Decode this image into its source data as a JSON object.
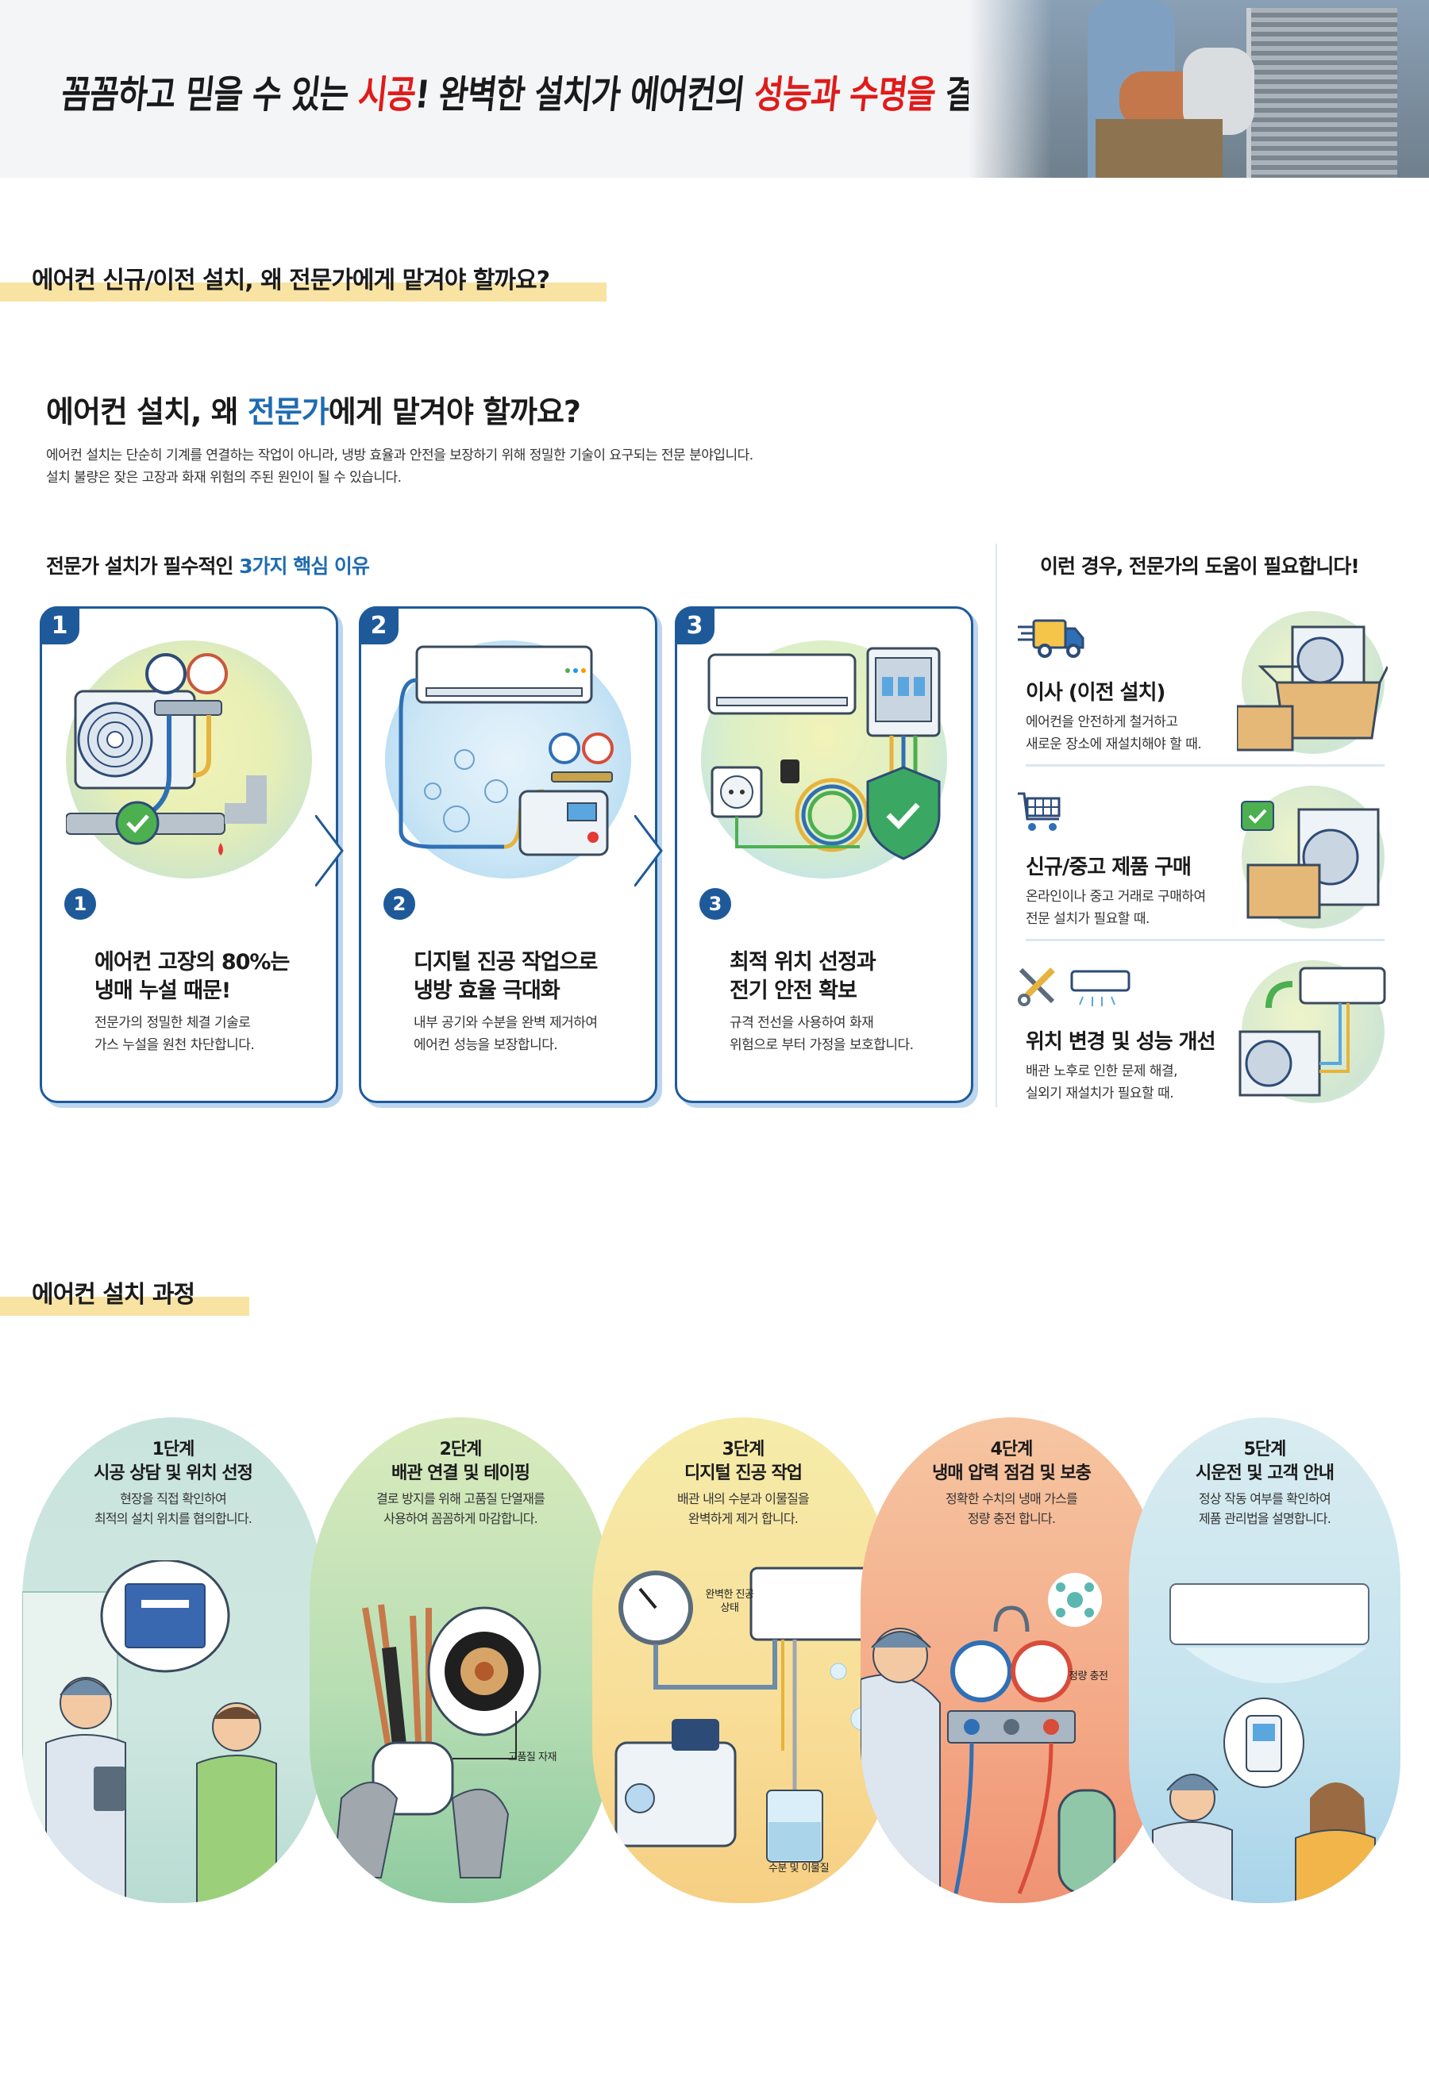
{
  "hero": {
    "tagline_parts": [
      {
        "text": "꼼꼼하고 믿을 수 있는 ",
        "color": "#1a1a1a"
      },
      {
        "text": "시공",
        "color": "#e01b1b"
      },
      {
        "text": "! 완벽한 설치가 에어컨의 ",
        "color": "#1a1a1a"
      },
      {
        "text": "성능과 수명을",
        "color": "#e01b1b"
      },
      {
        "text": " 결정합니다!",
        "color": "#1a1a1a"
      }
    ],
    "image_alt": "technician-servicing-outdoor-ac-unit"
  },
  "section1": {
    "header": "에어컨 신규/이전 설치, 왜 전문가에게 맡겨야 할까요?",
    "title_pre": "에어컨 설치, 왜 ",
    "title_highlight": "전문가",
    "title_post": "에게 맡겨야 할까요?",
    "intro_line1": "에어컨 설치는 단순히 기계를 연결하는 작업이 아니라, 냉방 효율과 안전을 보장하기 위해 정밀한 기술이 요구되는 전문 분야입니다.",
    "intro_line2": "설치 불량은 잦은 고장과 화재 위험의 주된 원인이 될 수 있습니다.",
    "reasons_title_pre": "전문가 설치가 필수적인 ",
    "reasons_title_highlight": "3가지 핵심 이유",
    "reasons": [
      {
        "badge": "1",
        "number": "1",
        "title_line1": "에어컨 고장의 80%는",
        "title_line2": "냉매 누설 때문!",
        "desc_line1": "전문가의 정밀한 체결 기술로",
        "desc_line2": "가스 누설을 원천 차단합니다.",
        "illustration": "outdoor-unit-with-gauges-and-leaking-pipe"
      },
      {
        "badge": "2",
        "number": "2",
        "title_line1": "디지털 진공 작업으로",
        "title_line2": "냉방 효율 극대화",
        "desc_line1": "내부 공기와 수분을 완벽 제거하여",
        "desc_line2": "에어컨 성능을 보장합니다.",
        "illustration": "vacuum-pump-connected-to-indoor-unit"
      },
      {
        "badge": "3",
        "number": "3",
        "title_line1": "최적 위치 선정과",
        "title_line2": "전기 안전 확보",
        "desc_line1": "규격 전선을 사용하여 화재",
        "desc_line2": "위험으로 부터 가정을 보호합니다.",
        "illustration": "outlet-breaker-and-safety-shield"
      }
    ],
    "help_title": "이런 경우, 전문가의 도움이 필요합니다!",
    "help_items": [
      {
        "icon": "truck-icon",
        "title": "이사 (이전 설치)",
        "desc_line1": "에어컨을 안전하게 철거하고",
        "desc_line2": "새로운 장소에 재설치해야 할 때.",
        "illustration": "outdoor-unit-in-box"
      },
      {
        "icon": "cart-icon",
        "title": "신규/중고 제품 구매",
        "desc_line1": "온라인이나 중고 거래로 구매하여",
        "desc_line2": "전문 설치가 필요할 때.",
        "illustration": "outdoor-unit-with-box-and-check"
      },
      {
        "icon": "tools-and-ac-icon",
        "title": "위치 변경 및 성능 개선",
        "desc_line1": "배관 노후로 인한 문제 해결,",
        "desc_line2": "실외기 재설치가 필요할 때.",
        "illustration": "indoor-outdoor-relocation"
      }
    ]
  },
  "section2": {
    "header": "에어컨 설치 과정",
    "steps": [
      {
        "step": "1단계",
        "title": "시공 상담 및 위치 선정",
        "desc_line1": "현장을 직접 확인하여",
        "desc_line2": "최적의 설치 위치를 협의합니다.",
        "labels": []
      },
      {
        "step": "2단계",
        "title": "배관 연결 및 테이핑",
        "desc_line1": "결로 방지를 위해 고품질 단열재를",
        "desc_line2": "사용하여 꼼꼼하게 마감합니다.",
        "labels": [
          "고품질 자재"
        ]
      },
      {
        "step": "3단계",
        "title": "디지털 진공 작업",
        "desc_line1": "배관 내의 수분과 이물질을",
        "desc_line2": "완벽하게 제거 합니다.",
        "labels": [
          "완벽한 진공 상태",
          "수분 및 이물질"
        ]
      },
      {
        "step": "4단계",
        "title": "냉매 압력 점검 및 보충",
        "desc_line1": "정확한 수치의 냉매 가스를",
        "desc_line2": "정량 충전 합니다.",
        "labels": [
          "정량 충전"
        ]
      },
      {
        "step": "5단계",
        "title": "시운전 및 고객 안내",
        "desc_line1": "정상 작동 여부를 확인하여",
        "desc_line2": "제품 관리법을 설명합니다.",
        "labels": []
      }
    ]
  },
  "colors": {
    "accent_blue": "#1f6bb1",
    "card_border": "#1e5a9a",
    "highlight_yellow": "#f8e3a3",
    "tagline_red": "#e01b1b"
  }
}
